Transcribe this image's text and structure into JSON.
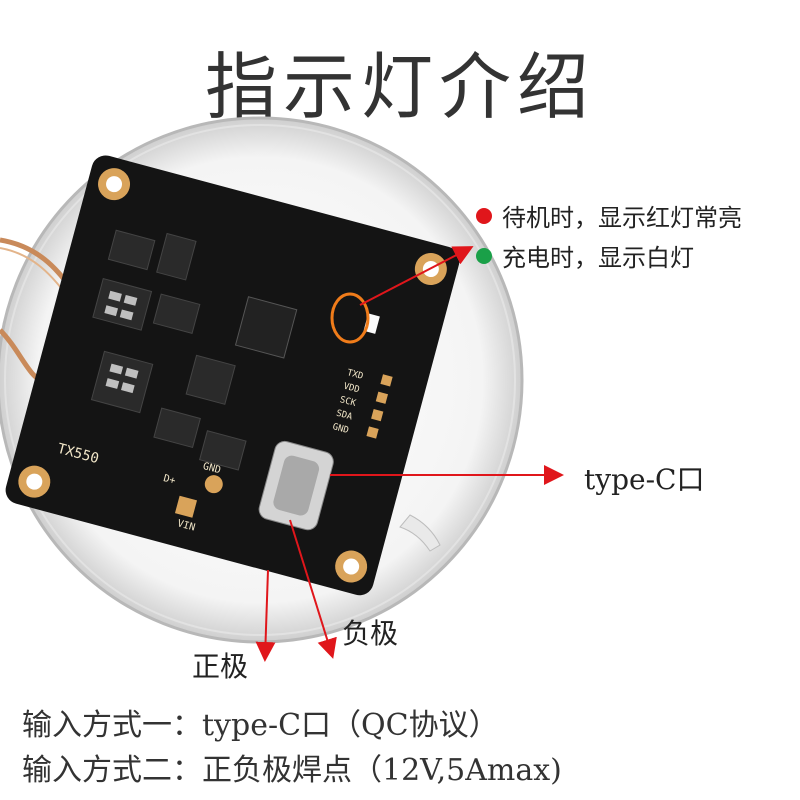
{
  "title": "指示灯介绍",
  "legend": [
    {
      "text": "待机时，显示红灯常亮",
      "color": "#e0161b"
    },
    {
      "text": "充电时，显示白灯",
      "color": "#1aa048"
    }
  ],
  "callouts": {
    "typec": "type-C口",
    "negative": "负极",
    "positive": "正极"
  },
  "board": {
    "model": "TX550",
    "pins": [
      "TXD",
      "VDD",
      "SCK",
      "SDA",
      "GND"
    ],
    "power_pins": [
      "GND",
      "VIN",
      "D+"
    ]
  },
  "bottom": {
    "line1": "输入方式一：type-C口（QC协议）",
    "line2": "输入方式二：正负极焊点（12V,5Amax)"
  },
  "colors": {
    "arrow": "#e0161b",
    "board": "#121212",
    "pad": "#d9a35a"
  }
}
